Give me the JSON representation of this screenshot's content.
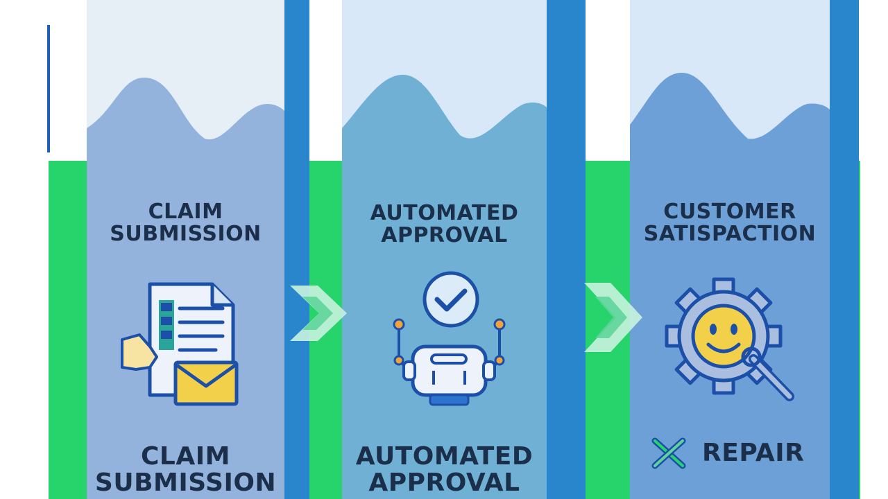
{
  "steps": [
    {
      "title_top": [
        "CLAIM",
        "SUBMISSION"
      ],
      "title_bottom": [
        "CLAIM",
        "SUBMISSION"
      ],
      "icon": "document-envelope-icon"
    },
    {
      "title_top": [
        "AUTOMATED",
        "APPROVAL"
      ],
      "title_bottom": [
        "AUTOMATED",
        "APPROVAL"
      ],
      "icon": "robot-check-icon"
    },
    {
      "title_top": [
        "CUSTOMER",
        "SATISPACTION"
      ],
      "title_bottom": [
        "REPAIR"
      ],
      "icon": "smiley-gear-icon",
      "bottom_icon": "wrench-screwdriver-icon"
    }
  ],
  "arrows": [
    "chevron-right-icon",
    "chevron-right-icon"
  ],
  "colors": {
    "panel_1": "#93b3dd",
    "panel_2": "#6fb0d4",
    "panel_3": "#6ea0d8",
    "blue_bar": "#2a86cc",
    "green_band": "#27d46c",
    "text": "#1b2f4a",
    "accent_yellow": "#f2d04a"
  }
}
